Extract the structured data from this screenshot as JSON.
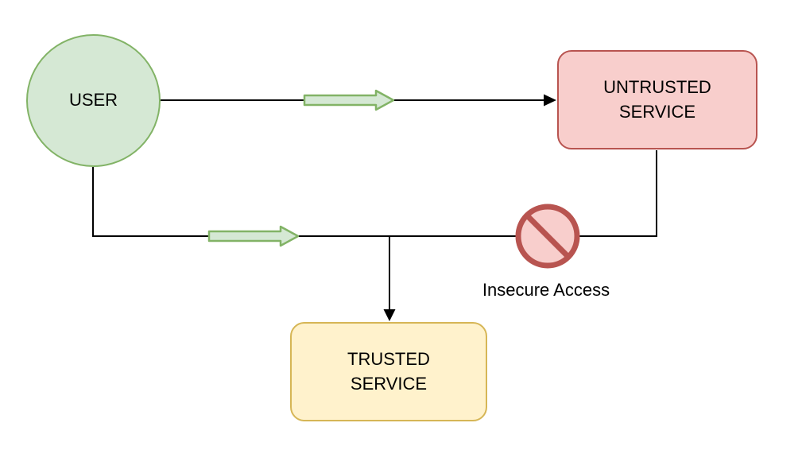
{
  "nodes": {
    "user": {
      "label": "USER",
      "shape": "circle"
    },
    "untrusted_service": {
      "label": "UNTRUSTED\nSERVICE",
      "shape": "rounded-rectangle"
    },
    "trusted_service": {
      "label": "TRUSTED\nSERVICE",
      "shape": "rounded-rectangle"
    }
  },
  "labels": {
    "insecure_access": "Insecure Access"
  },
  "icons": {
    "prohibition": "no-entry-icon",
    "flow_top": "green-block-arrow-icon",
    "flow_bottom": "green-block-arrow-icon"
  },
  "colors": {
    "user_fill": "#d5e8d4",
    "user_stroke": "#82b366",
    "untrusted_fill": "#f8cecc",
    "untrusted_stroke": "#b85450",
    "trusted_fill": "#fff2cc",
    "trusted_stroke": "#d6b656",
    "arrow_fill": "#d5e8d4",
    "arrow_stroke": "#82b366",
    "prohibition_fill": "#f8cecc",
    "prohibition_stroke": "#b85450",
    "line": "#000000",
    "text": "#000000",
    "background": "#ffffff"
  }
}
